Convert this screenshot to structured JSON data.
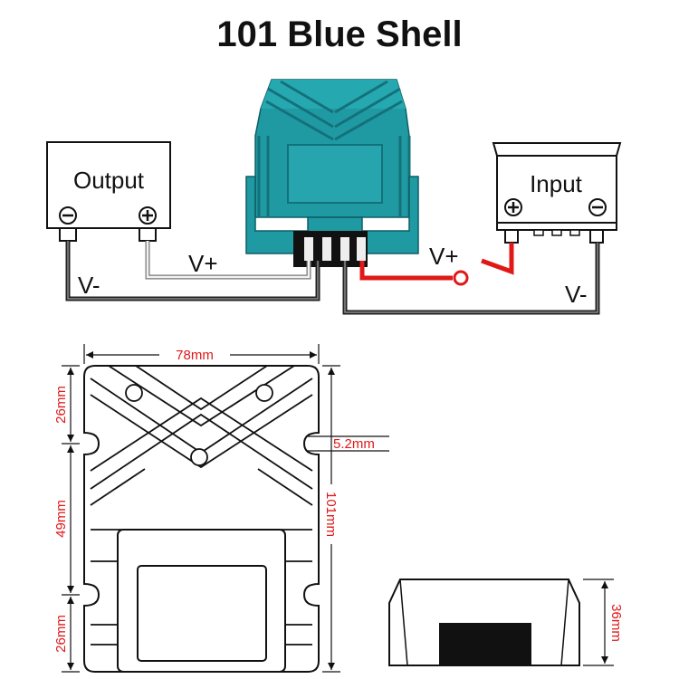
{
  "title": "101 Blue Shell",
  "wiring": {
    "output_label": "Output",
    "input_label": "Input",
    "output_vplus": "V+",
    "output_vminus": "V-",
    "input_vplus": "V+",
    "input_vminus": "V-"
  },
  "dimensions": {
    "width": "78mm",
    "length": "101mm",
    "slot": "5.2mm",
    "top_section": "26mm",
    "middle_section": "49mm",
    "bottom_section": "26mm",
    "height": "36mm"
  },
  "colors": {
    "shell": "#1f9aa3",
    "shell_dark": "#14717a",
    "positive_wire": "#e01818",
    "dimension": "#e01818"
  }
}
